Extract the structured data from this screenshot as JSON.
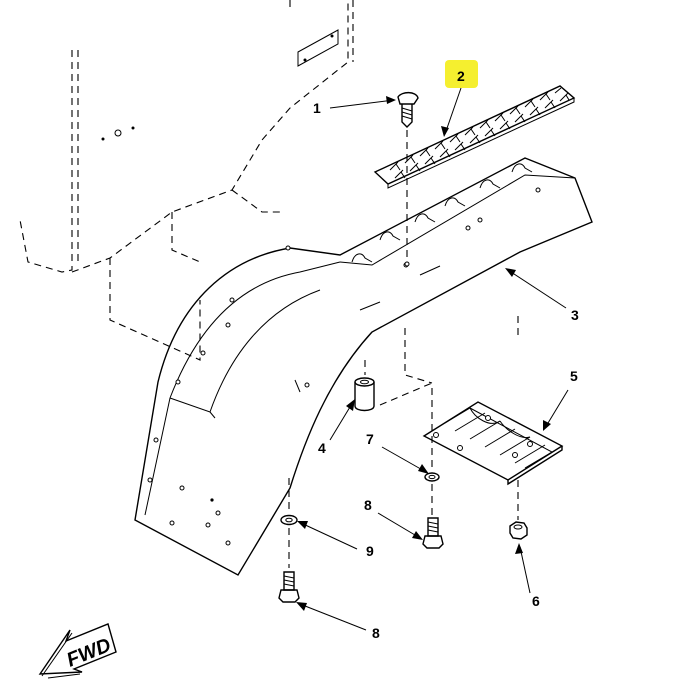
{
  "diagram": {
    "callouts": [
      {
        "id": "c1",
        "label": "1"
      },
      {
        "id": "c2",
        "label": "2",
        "highlighted": true
      },
      {
        "id": "c3",
        "label": "3"
      },
      {
        "id": "c4",
        "label": "4"
      },
      {
        "id": "c5",
        "label": "5"
      },
      {
        "id": "c6",
        "label": "6"
      },
      {
        "id": "c7",
        "label": "7"
      },
      {
        "id": "c8a",
        "label": "8"
      },
      {
        "id": "c8b",
        "label": "8"
      },
      {
        "id": "c9",
        "label": "9"
      }
    ],
    "fwd_label": "FWD",
    "colors": {
      "highlight": "#f5ef2f",
      "line": "#000000",
      "background": "#ffffff"
    }
  }
}
